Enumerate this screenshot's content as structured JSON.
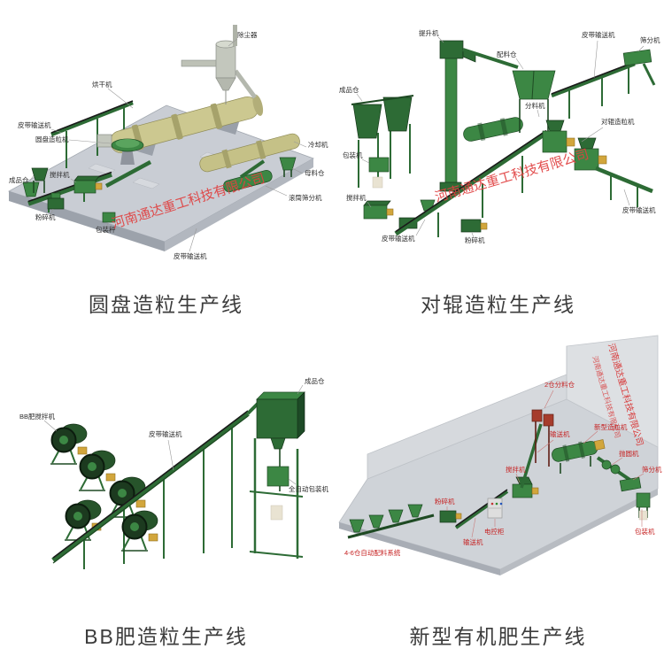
{
  "watermark": {
    "text": "河南通达重工科技有限公司",
    "color": "#e04040"
  },
  "colors": {
    "machine_green": "#3c8744",
    "dark_green": "#2d6b35",
    "label_red": "#c62222",
    "platform_gray": "#c9cdd4"
  },
  "products": [
    {
      "caption": "圆盘造粒生产线",
      "labels": [
        "除尘器",
        "烘干机",
        "皮带输送机",
        "圆盘造粒机",
        "搅拌机",
        "粉碎机",
        "成品仓",
        "包装秤",
        "母料仓",
        "滚筒筛分机",
        "冷却机",
        "皮带输送机"
      ]
    },
    {
      "caption": "对辊造粒生产线",
      "labels": [
        "成品仓",
        "包装机",
        "提升机",
        "配料仓",
        "皮带输送机",
        "筛分机",
        "对辊造粒机",
        "分料机",
        "搅拌机",
        "粉碎机",
        "皮带输送机",
        "皮带输送机"
      ]
    },
    {
      "caption": "BB肥造粒生产线",
      "labels": [
        "BB肥搅拌机",
        "皮带输送机",
        "成品仓",
        "全自动包装机"
      ]
    },
    {
      "caption": "新型有机肥生产线",
      "labels": [
        "2仓分料仓",
        "输送机",
        "搅拌机",
        "新型造粒机",
        "抛圆机",
        "筛分机",
        "粉碎机",
        "包装机",
        "电控柜",
        "4-6仓自动配料系统",
        "输送机"
      ]
    }
  ]
}
